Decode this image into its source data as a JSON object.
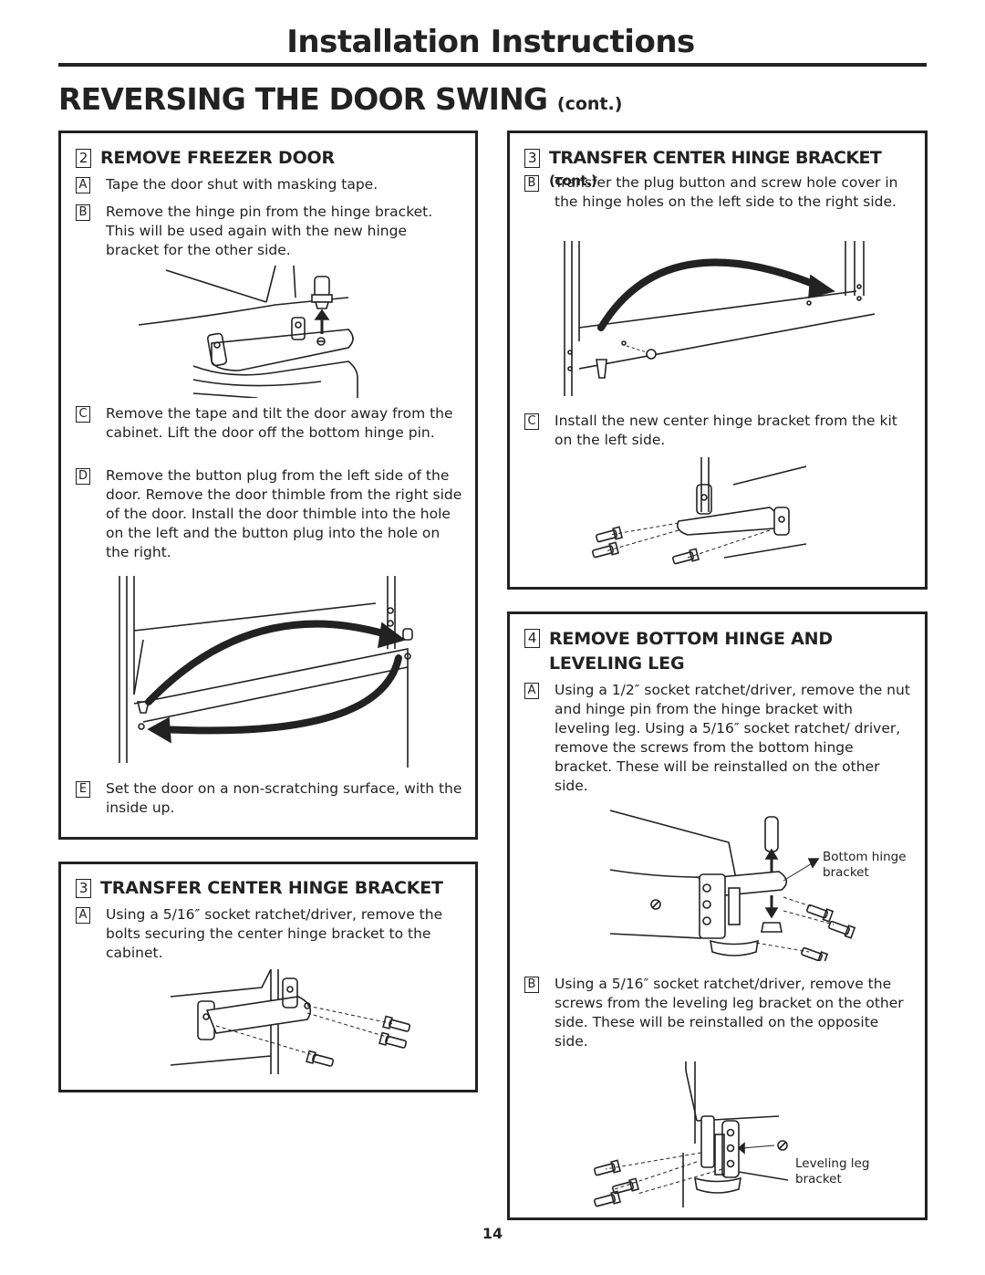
{
  "header": {
    "title": "Installation Instructions",
    "section": "REVERSING THE DOOR SWING",
    "section_suffix": "(cont.)"
  },
  "step2": {
    "number": "2",
    "title": "REMOVE FREEZER DOOR",
    "items": [
      {
        "letter": "A",
        "text": "Tape the door shut with masking tape."
      },
      {
        "letter": "B",
        "text": "Remove the hinge pin from the hinge bracket. This will be used again with the new hinge bracket for the other side."
      },
      {
        "letter": "C",
        "text": "Remove the tape and tilt the door away from the cabinet. Lift the door off the bottom hinge pin."
      },
      {
        "letter": "D",
        "text": "Remove the button plug from the left side of the door. Remove the door thimble from the right side of the door. Install the door thimble into the hole on the left and the button plug into the hole on the right."
      },
      {
        "letter": "E",
        "text": "Set the door on a non-scratching surface, with the inside up."
      }
    ]
  },
  "step3": {
    "number": "3",
    "title": "TRANSFER CENTER HINGE BRACKET",
    "items": [
      {
        "letter": "A",
        "text": "Using a 5/16″ socket ratchet/driver, remove the bolts securing the center hinge bracket to the cabinet."
      }
    ]
  },
  "step3cont": {
    "number": "3",
    "title": "TRANSFER CENTER HINGE BRACKET",
    "title_suffix": "(cont.)",
    "items": [
      {
        "letter": "B",
        "text": "Transfer the plug button and screw hole cover in the hinge holes on the left side to the right side."
      },
      {
        "letter": "C",
        "text": "Install the new center hinge bracket from the kit on the left side."
      }
    ]
  },
  "step4": {
    "number": "4",
    "title": "REMOVE BOTTOM HINGE AND LEVELING LEG",
    "items": [
      {
        "letter": "A",
        "text": "Using a 1/2″ socket ratchet/driver, remove the nut and hinge pin from the hinge bracket with leveling leg. Using a 5/16″ socket ratchet/ driver, remove the screws from the bottom hinge bracket. These will be reinstalled on the other side."
      },
      {
        "letter": "B",
        "text": "Using a 5/16″ socket ratchet/driver, remove the screws from the leveling leg bracket on the other side. These will be reinstalled on the opposite side."
      }
    ],
    "labels": {
      "bottom_hinge_1": "Bottom hinge",
      "bottom_hinge_2": "bracket",
      "leveling_leg_1": "Leveling leg",
      "leveling_leg_2": "bracket"
    }
  },
  "footer": {
    "page_number": "14"
  }
}
